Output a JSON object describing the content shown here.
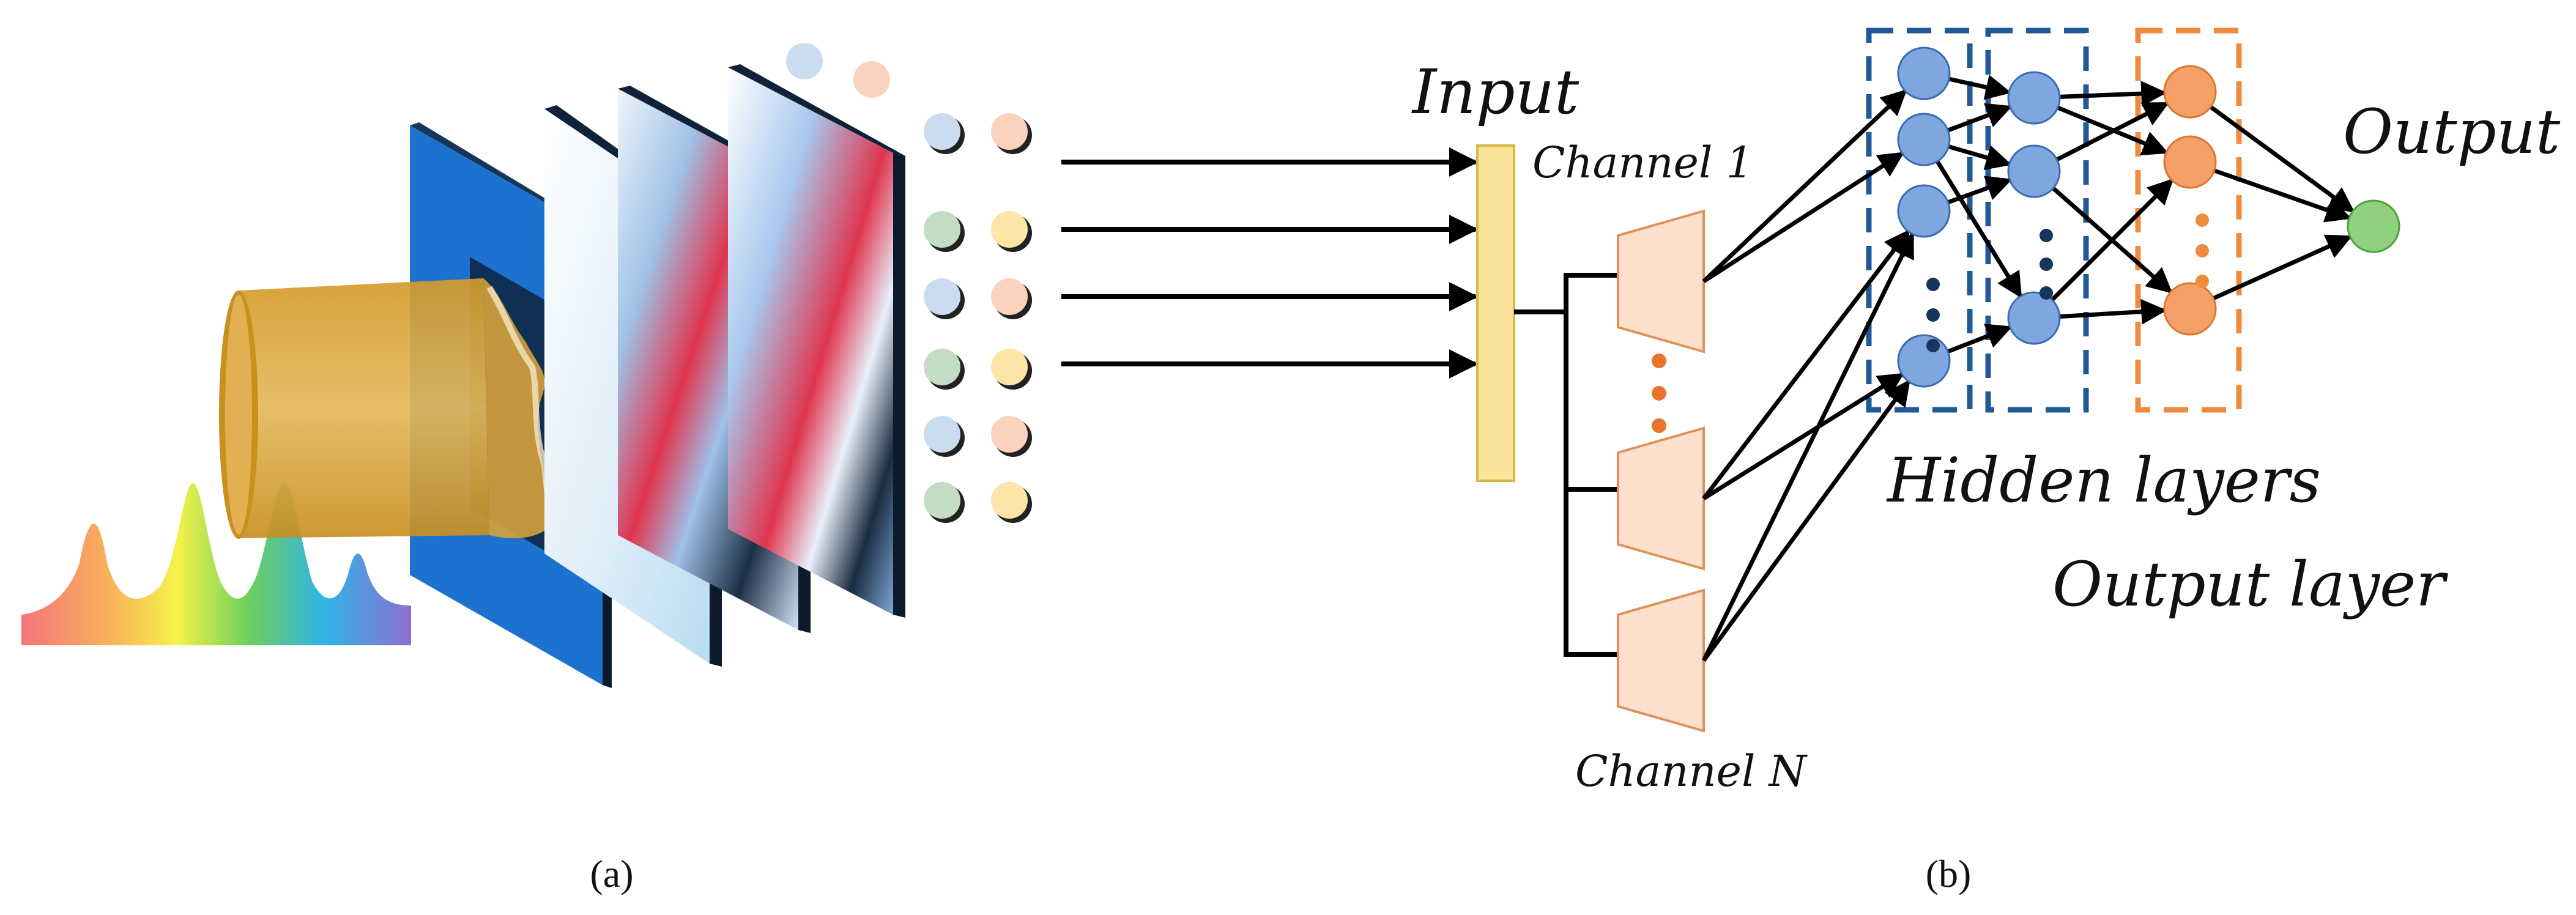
{
  "labels": {
    "input": "Input",
    "output": "Output",
    "channel_1": "Channel 1",
    "channel_n": "Channel N",
    "hidden_layers": "Hidden layers",
    "output_layer": "Output layer"
  },
  "captions": {
    "a": "(a)",
    "b": "(b)"
  },
  "colors": {
    "hidden_node": "#7fa7df",
    "hidden_node_stroke": "#3a6bb0",
    "output_layer_node": "#f5a066",
    "output_layer_stroke": "#d9772f",
    "final_node": "#8fd17f",
    "hidden_box": "#1f5a96",
    "output_box": "#f08a3c",
    "input_bar": "#fbe39a",
    "channel_block": "#fde0cc",
    "channel_stroke": "#e0915a",
    "blue_plate": "#1e72cf",
    "cylinder": "#d9a73a"
  }
}
